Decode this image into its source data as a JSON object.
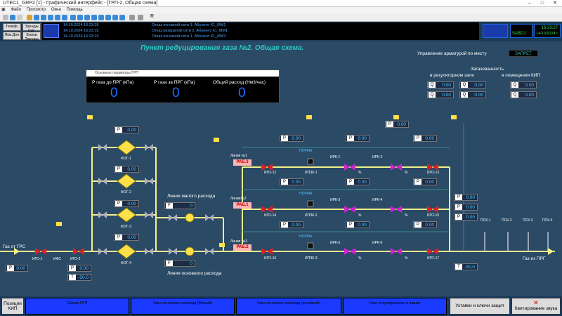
{
  "window": {
    "title": "UTEC1_GRP2 [1] - Графический интерфейс - [ГРП-2, Общая схема]"
  },
  "menu": [
    "Файл",
    "Просмотр",
    "Окна",
    "Помощь"
  ],
  "toolbar": {
    "refresh_label": "R"
  },
  "top_buttons": {
    "telef": "Телеф.",
    "trends": "Тренды",
    "lev_dop": "Лев.Доп",
    "sig_bloki": "Сиг. Блоки Тренды"
  },
  "alarms": [
    {
      "time": "14.10.2024 16:23:28",
      "message": "Отказ основной сети  1. Абонент К1_ММ1"
    },
    {
      "time": "14.10.2024 16:23:19",
      "message": "Отказ резервной сети  2. Абонент К1_ММ1"
    },
    {
      "time": "14.10.2024 16:23:19",
      "message": "Отказ основной сети  1. Абонент К1_ММ2"
    }
  ],
  "status": {
    "node": "SABD1",
    "time": "16:23:27",
    "date": "14/10/2024 г."
  },
  "scheme": {
    "title": "Пункт редуцирования газа №2. Общая схема.",
    "local_control_label": "Управление арматурой по месту",
    "local_control_value": "ЗАПРЕТ",
    "gas_header": "Загазованность",
    "gas_reg_room": "в регуляторном зале",
    "gas_kip_room": "в помещении КИП",
    "q_values": [
      "0.00",
      "0.00",
      "0.00",
      "0.00",
      "0.00",
      "0.00"
    ],
    "q_key": "Q",
    "p_key": "P",
    "f_key": "F",
    "t_key": "T"
  },
  "popup": {
    "title": "Основные параметры ГРП",
    "headers": [
      "Р газа до ПРГ  (кПа)",
      "Р газа за ПРГ  (кПа)",
      "Общий расход  (Нм3/час)"
    ],
    "values": [
      "0",
      "0",
      "0"
    ]
  },
  "labels": {
    "gas_from_grs": "Газ от ГРС",
    "gas_from_prg": "Газ из ПРГ",
    "ifs": "ИФС",
    "igo1": "ИГО-1",
    "igo2": "ИГО-2",
    "fog1": "ФОГ-1",
    "fog2": "ФОГ-2",
    "fog3": "ФОГ-3",
    "fog4": "ФОГ-4",
    "line_small": "Линия малого расхода",
    "line_main": "Линия основного расхода",
    "line1": "Линия №1",
    "line2": "Линия№2",
    "line3": "Линия №3",
    "rab3": "РАБ.3",
    "rab1": "РАБ.1",
    "rab2": "РАБ.2",
    "igo12": "ИГО-12",
    "igo14": "ИГО-14",
    "igo16": "ИГО-16",
    "igo13": "ИГО-13",
    "igo15": "ИГО-15",
    "igo17": "ИГО-17",
    "ipzk1": "ИПЗК-1",
    "ipzk2": "ИПЗК-2",
    "ipzk3": "ИПЗК-3",
    "irk1": "ИРК-1",
    "irk2": "ИРК-2",
    "irk3": "ИРК-3",
    "irk4": "ИРК-4",
    "irk5": "ИРК-5",
    "irk6": "ИРК-6",
    "norm": "НОРМА",
    "psk1": "ПСК-1",
    "psk2": "ПСК-2",
    "psk3": "ПСК-3",
    "psk4": "ПСК-4",
    "pct": "%"
  },
  "values": {
    "p_zero": "0.00",
    "t_inlet": "-50.0",
    "t_outlet": "-50.0",
    "f_small": "0",
    "f_main": "0"
  },
  "bottom": {
    "pozicii_kip": "Позиции КИП",
    "btn1": "Схема ГРП",
    "btn2": "Узел основного расхода (Малый)",
    "btn3": "Узел основного расхода (основной)",
    "btn4": "Узел регулирования и защит",
    "ustavki": "Уставки и ключи защит",
    "kvit": "Квитирование звука"
  },
  "colors": {
    "pipe": "#f4f18a",
    "bg": "#2a4a66",
    "valve_red": "#e02020",
    "valve_magenta": "#d020d0",
    "filter": "#ffe04a",
    "accent_blue": "#1a3aff"
  }
}
